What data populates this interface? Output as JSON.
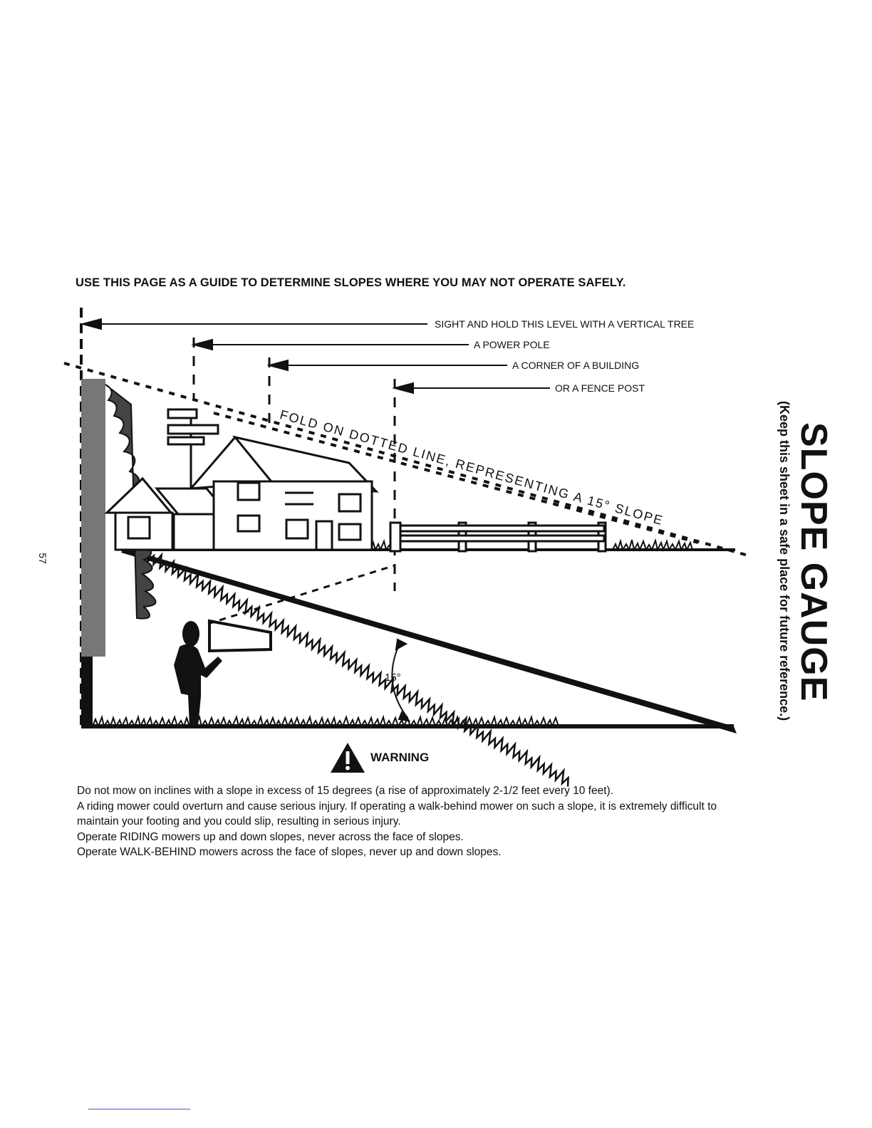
{
  "heading": "USE THIS PAGE AS A GUIDE TO DETERMINE SLOPES WHERE YOU MAY NOT OPERATE SAFELY.",
  "sight_labels": {
    "tree": "SIGHT AND HOLD THIS LEVEL WITH A VERTICAL TREE",
    "pole": "A POWER POLE",
    "building": "A CORNER OF A BUILDING",
    "fence": "OR A FENCE POST"
  },
  "fold_label": "FOLD ON DOTTED LINE, REPRESENTING A 15° SLOPE",
  "angle_label": "15°",
  "warning": {
    "label": "WARNING",
    "paragraphs": [
      "Do not mow on inclines with a slope in excess of 15 degrees (a rise of approximately 2-1/2 feet every 10 feet).",
      "A riding mower could overturn and cause serious injury.  If operating a walk-behind mower on such a slope, it is extremely difficult to maintain your footing and you could slip, resulting in serious injury.",
      "Operate RIDING mowers up and down slopes, never across the face of slopes.",
      "Operate WALK-BEHIND mowers across the face of slopes, never up and down slopes."
    ]
  },
  "side_title": "SLOPE GAUGE",
  "side_subtitle": "(Keep this sheet in a safe place for future reference.)",
  "page_number": "57",
  "colors": {
    "ink": "#111111",
    "footer_rule": "#3b5bdb"
  }
}
